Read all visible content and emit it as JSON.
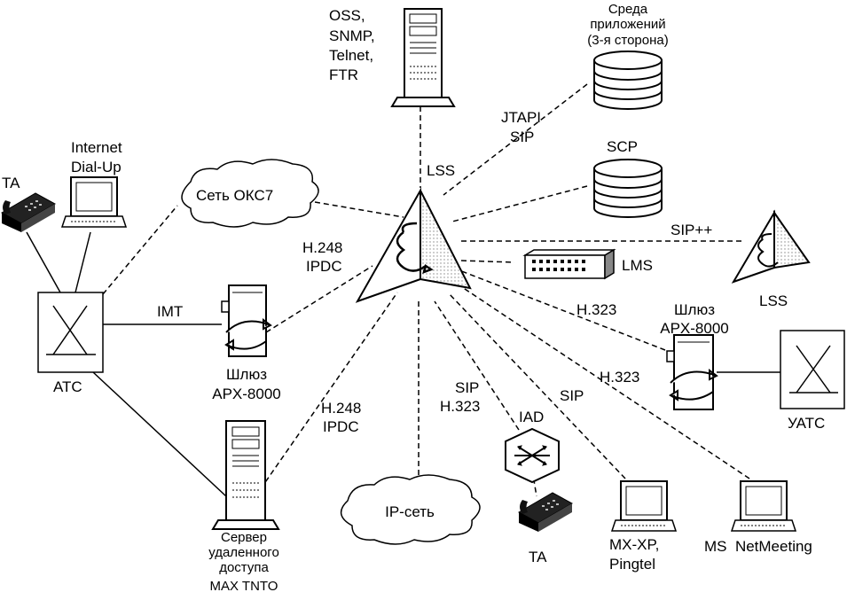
{
  "labels": {
    "oss": [
      "OSS,",
      "SNMP,",
      "Telnet,",
      "FTR"
    ],
    "app_env": [
      "Среда",
      "приложений",
      "(3-я сторона)"
    ],
    "jtapi_sip": [
      "JTAPI",
      "SIP"
    ],
    "scp": "SCP",
    "lss_top": "LSS",
    "lss_right": "LSS",
    "sip_pp": "SIP++",
    "lms": "LMS",
    "internet": [
      "Internet",
      "Dial-Up"
    ],
    "ta_left": "TA",
    "ta_bottom": "TA",
    "oks7": "Сеть ОКС7",
    "h248_a": [
      "H.248",
      "IPDC"
    ],
    "h248_b": [
      "H.248",
      "IPDC"
    ],
    "imt": "IMT",
    "atc": "АТС",
    "gw_left": [
      "Шлюз",
      "APX-8000"
    ],
    "gw_right": [
      "Шлюз",
      "APX-8000"
    ],
    "h323_a": "H.323",
    "h323_b": "H.323",
    "uatc": "УАТС",
    "sip_h323": [
      "SIP",
      "H.323"
    ],
    "iad": "IAD",
    "sip": "SIP",
    "ip_net": "IP-сеть",
    "server": [
      "Сервер",
      "удаленного",
      "доступа",
      "MAX TNTO"
    ],
    "mx": [
      "MX-XP,",
      "Pingtel"
    ],
    "ms": "MS  NetMeeting"
  }
}
